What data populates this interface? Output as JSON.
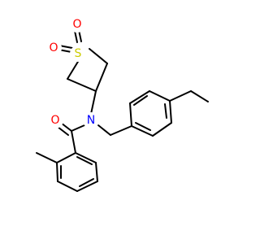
{
  "atoms": [
    {
      "id": "S",
      "symbol": "S",
      "color": "#CCCC00"
    },
    {
      "id": "O1",
      "symbol": "O",
      "color": "#FF0000"
    },
    {
      "id": "O2",
      "symbol": "O",
      "color": "#FF0000"
    },
    {
      "id": "N",
      "symbol": "N",
      "color": "#0000FF"
    },
    {
      "id": "O3",
      "symbol": "O",
      "color": "#FF0000"
    }
  ],
  "colors": {
    "bond": "#000000",
    "sulfur": "#CCCC00",
    "oxygen": "#FF0000",
    "nitrogen": "#0000FF",
    "background": "#FFFFFF"
  }
}
